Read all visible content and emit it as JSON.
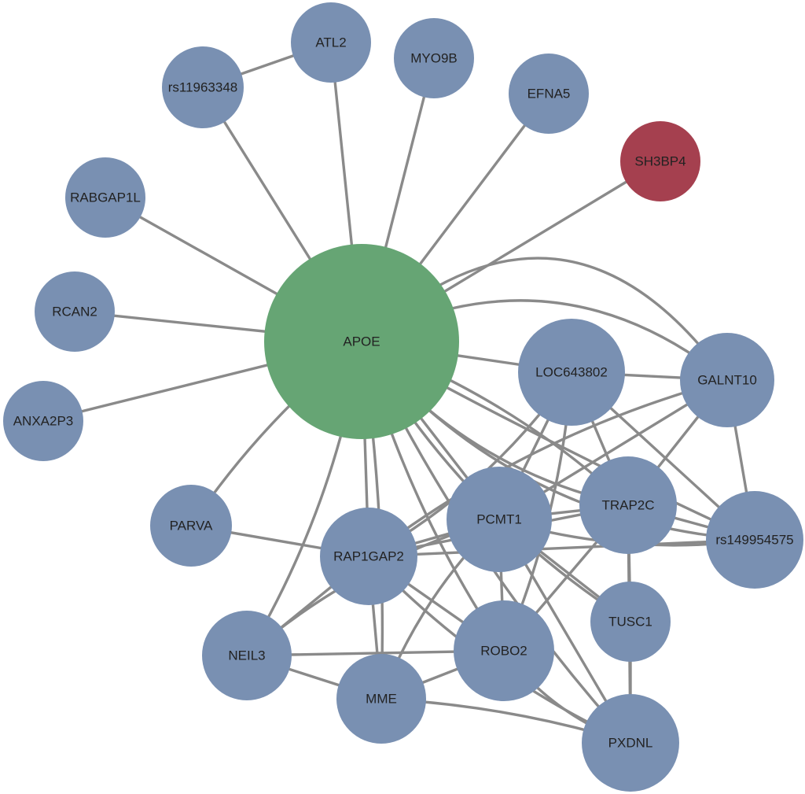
{
  "colors": {
    "hub": "#66a574",
    "default": "#7990b2",
    "highlight": "#a5404f",
    "edge": "#8a8a8a",
    "label": "#222222"
  },
  "nodes": [
    {
      "id": "APOE",
      "label": "APOE",
      "color": "hub"
    },
    {
      "id": "ATL2",
      "label": "ATL2",
      "color": "default"
    },
    {
      "id": "rs11963348",
      "label": "rs11963348",
      "color": "default"
    },
    {
      "id": "MYO9B",
      "label": "MYO9B",
      "color": "default"
    },
    {
      "id": "EFNA5",
      "label": "EFNA5",
      "color": "default"
    },
    {
      "id": "SH3BP4",
      "label": "SH3BP4",
      "color": "highlight"
    },
    {
      "id": "RABGAP1L",
      "label": "RABGAP1L",
      "color": "default"
    },
    {
      "id": "RCAN2",
      "label": "RCAN2",
      "color": "default"
    },
    {
      "id": "ANXA2P3",
      "label": "ANXA2P3",
      "color": "default"
    },
    {
      "id": "LOC643802",
      "label": "LOC643802",
      "color": "default"
    },
    {
      "id": "GALNT10",
      "label": "GALNT10",
      "color": "default"
    },
    {
      "id": "PARVA",
      "label": "PARVA",
      "color": "default"
    },
    {
      "id": "PCMT1",
      "label": "PCMT1",
      "color": "default"
    },
    {
      "id": "TRAP2C",
      "label": "TRAP2C",
      "color": "default"
    },
    {
      "id": "rs149954575",
      "label": "rs149954575",
      "color": "default"
    },
    {
      "id": "RAP1GAP2",
      "label": "RAP1GAP2",
      "color": "default"
    },
    {
      "id": "TUSC1",
      "label": "TUSC1",
      "color": "default"
    },
    {
      "id": "NEIL3",
      "label": "NEIL3",
      "color": "default"
    },
    {
      "id": "ROBO2",
      "label": "ROBO2",
      "color": "default"
    },
    {
      "id": "MME",
      "label": "MME",
      "color": "default"
    },
    {
      "id": "PXDNL",
      "label": "PXDNL",
      "color": "default"
    }
  ],
  "edges": [
    [
      "ATL2",
      "rs11963348"
    ],
    [
      "APOE",
      "rs11963348"
    ],
    [
      "APOE",
      "ATL2"
    ],
    [
      "APOE",
      "MYO9B"
    ],
    [
      "APOE",
      "EFNA5"
    ],
    [
      "APOE",
      "SH3BP4"
    ],
    [
      "APOE",
      "RABGAP1L"
    ],
    [
      "APOE",
      "RCAN2"
    ],
    [
      "APOE",
      "ANXA2P3"
    ],
    [
      "APOE",
      "LOC643802"
    ],
    [
      "APOE",
      "GALNT10"
    ],
    [
      "APOE",
      "PCMT1"
    ],
    [
      "APOE",
      "TRAP2C"
    ],
    [
      "APOE",
      "rs149954575"
    ],
    [
      "APOE",
      "RAP1GAP2"
    ],
    [
      "APOE",
      "TUSC1"
    ],
    [
      "APOE",
      "NEIL3"
    ],
    [
      "APOE",
      "ROBO2"
    ],
    [
      "APOE",
      "MME"
    ],
    [
      "APOE",
      "PXDNL"
    ],
    [
      "APOE",
      "PARVA"
    ],
    [
      "LOC643802",
      "GALNT10"
    ],
    [
      "LOC643802",
      "PCMT1"
    ],
    [
      "LOC643802",
      "TRAP2C"
    ],
    [
      "LOC643802",
      "RAP1GAP2"
    ],
    [
      "LOC643802",
      "rs149954575"
    ],
    [
      "LOC643802",
      "ROBO2"
    ],
    [
      "GALNT10",
      "TRAP2C"
    ],
    [
      "GALNT10",
      "rs149954575"
    ],
    [
      "GALNT10",
      "PCMT1"
    ],
    [
      "GALNT10",
      "RAP1GAP2"
    ],
    [
      "PCMT1",
      "TRAP2C"
    ],
    [
      "PCMT1",
      "RAP1GAP2"
    ],
    [
      "PCMT1",
      "rs149954575"
    ],
    [
      "PCMT1",
      "ROBO2"
    ],
    [
      "PCMT1",
      "TUSC1"
    ],
    [
      "PCMT1",
      "NEIL3"
    ],
    [
      "PCMT1",
      "MME"
    ],
    [
      "PCMT1",
      "PXDNL"
    ],
    [
      "TRAP2C",
      "rs149954575"
    ],
    [
      "TRAP2C",
      "RAP1GAP2"
    ],
    [
      "TRAP2C",
      "TUSC1"
    ],
    [
      "TRAP2C",
      "ROBO2"
    ],
    [
      "TRAP2C",
      "PXDNL"
    ],
    [
      "rs149954575",
      "RAP1GAP2"
    ],
    [
      "RAP1GAP2",
      "PARVA"
    ],
    [
      "RAP1GAP2",
      "NEIL3"
    ],
    [
      "RAP1GAP2",
      "MME"
    ],
    [
      "RAP1GAP2",
      "ROBO2"
    ],
    [
      "RAP1GAP2",
      "PXDNL"
    ],
    [
      "NEIL3",
      "ROBO2"
    ],
    [
      "NEIL3",
      "MME"
    ],
    [
      "ROBO2",
      "PXDNL"
    ],
    [
      "ROBO2",
      "MME"
    ],
    [
      "TUSC1",
      "PXDNL"
    ],
    [
      "MME",
      "PXDNL"
    ],
    [
      "APOE",
      "GALNT10"
    ],
    [
      "APOE",
      "TRAP2C"
    ],
    [
      "APOE",
      "rs149954575"
    ]
  ]
}
